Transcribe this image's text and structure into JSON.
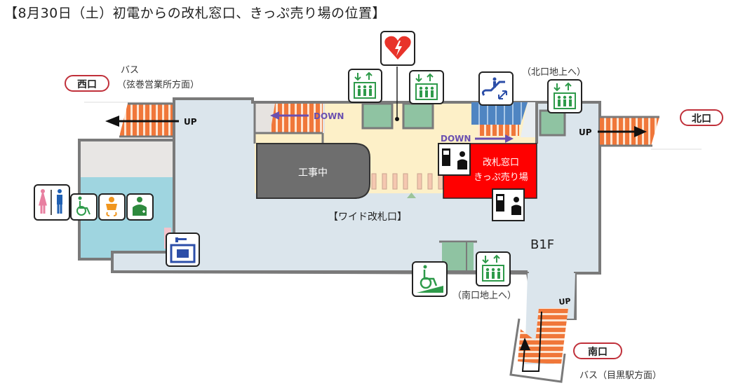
{
  "title": "【8月30日（土）初電からの改札窓口、きっぷ売り場の位置】",
  "floor_label": "B1F",
  "exits": {
    "west": {
      "label": "西口",
      "bus_line1": "バス",
      "bus_line2": "（弦巻営業所方面）"
    },
    "north": {
      "label": "北口",
      "note": "（北口地上へ）"
    },
    "south": {
      "label": "南口",
      "bus": "バス（目黒駅方面）",
      "note": "（南口地上へ）"
    }
  },
  "stairs": {
    "west_up": "UP",
    "inner_down": "DOWN",
    "escalator_down": "DOWN",
    "north_up": "UP",
    "south_up": "UP"
  },
  "areas": {
    "construction": "工事中",
    "wide_gate": "【ワイド改札口】",
    "ticket_office_line1": "改札窓口",
    "ticket_office_line2": "きっぷ売り場"
  },
  "icons": [
    "aed-icon",
    "elevator-icon",
    "escalator-icon",
    "restroom-icon",
    "accessible-restroom-icon",
    "baby-changing-icon",
    "first-aid-icon",
    "coin-locker-icon",
    "ticket-office-icon",
    "ramp-icon"
  ],
  "colors": {
    "ticket_office": "#ff0000",
    "floor": "#dbe5ec",
    "concourse": "#fdf0c8",
    "restroom_area": "#9fd5e0",
    "stairs": "#f0773a",
    "construction": "#6e6e6e",
    "elevator_green": "#2e9a4a",
    "arrow_purple": "#6a4fb0",
    "exit_border": "#c0303a"
  }
}
